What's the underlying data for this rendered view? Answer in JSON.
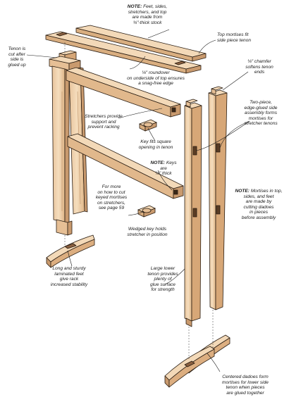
{
  "callouts": {
    "note_top_head": "NOTE:",
    "note_top_body": "Feet, sides,\nstretchers, and top\nare made from\n¾\"-thick stock",
    "top_mortises": "Top mortises fit\nside piece tenon",
    "tenon_cut": "Tenon is\ncut after\nside is\nglued up",
    "roundover": "⅛\" roundover\non underside of top ensures\na snag-free edge",
    "chamfer": "⅛\" chamfer\nsoftens tenon\nends",
    "stretchers_support": "Stretchers provide\nsupport and\nprevent racking",
    "two_piece": "Two-piece,\nedge-glued side\nassembly forms\nmortises for\nstretcher tenons",
    "key_fits": "Key fits square\nopening in tenon",
    "note_keys_head": "NOTE:",
    "note_keys_body": "Keys are\n½\" thick",
    "for_more": "For more\non how to cut\nkeyed mortises\non stretchers,\nsee page 59",
    "note_mortises_head": "NOTE:",
    "note_mortises_body": "Mortises in top,\nsides, and feet\nare made by\ncutting dadoes\nin pieces\nbefore assembly",
    "wedged_key": "Wedged key holds\nstretcher in position",
    "long_sturdy": "Long and sturdy\nlaminated feet\ngive rack\nincreased stability",
    "large_lower": "Large lower\ntenon provides\nplenty of\nglue surface\nfor strength",
    "centered_dadoes": "Centered dadoes form\nmortises for lower side\ntenon when pieces\nare glued together"
  },
  "colors": {
    "wood_light": "#f3d9b8",
    "wood_mid": "#e6bf95",
    "wood_dark": "#c99a6e",
    "outline": "#2a1d12",
    "leader": "#1a1a1a"
  }
}
